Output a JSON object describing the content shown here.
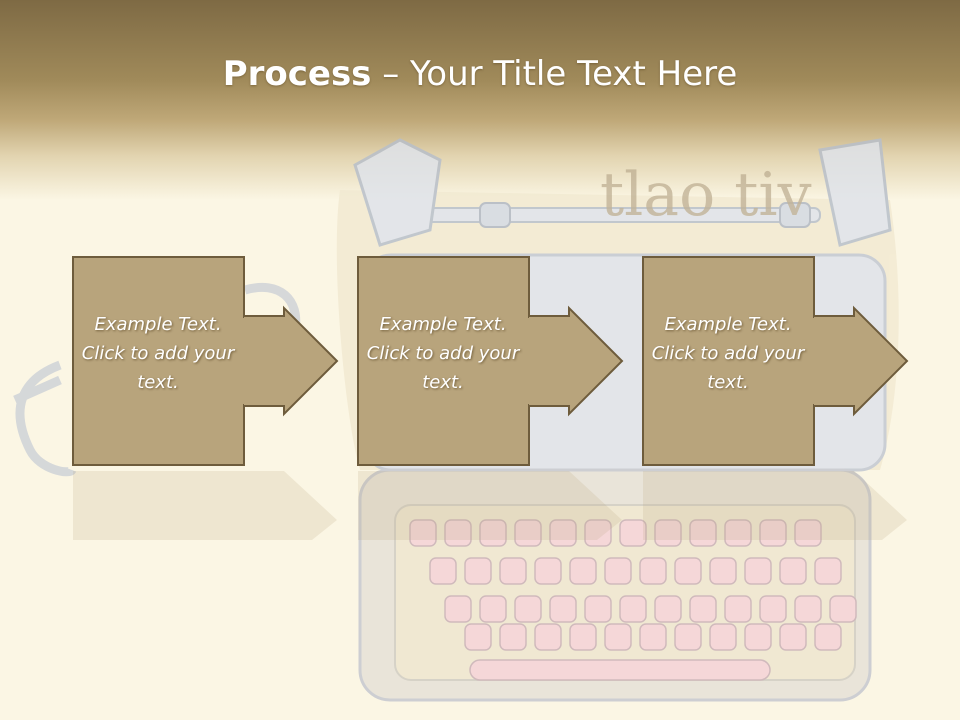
{
  "slide": {
    "title_bold": "Process",
    "title_rest": " – Your Title Text Here",
    "colors": {
      "header": "#8a7650",
      "box_fill": "#b8a47c",
      "box_border": "#6e5c3c",
      "background": "#fbf6e4"
    }
  },
  "steps": [
    {
      "text": "Example Text. Click  to add your text."
    },
    {
      "text": "Example Text. Click  to add your text."
    },
    {
      "text": "Example Text. Click  to add your text."
    }
  ],
  "background_art": {
    "icons": [
      "typewriter-illustration",
      "eyeglasses-illustration"
    ],
    "typewriter_letters": "tlao tiv"
  }
}
